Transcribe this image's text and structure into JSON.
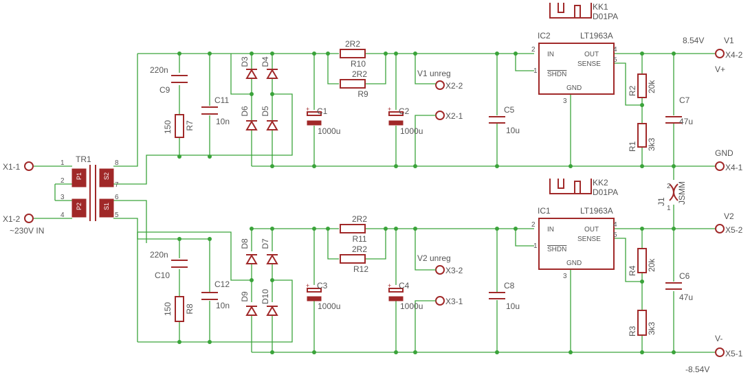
{
  "transformer": {
    "name": "TR1",
    "p1": "P1",
    "p2": "P2",
    "s1": "S1",
    "s2": "S2",
    "pin1": "1",
    "pin2": "2",
    "pin3": "3",
    "pin4": "4",
    "pin5": "5",
    "pin6": "6",
    "pin7": "7",
    "pin8": "8"
  },
  "input": {
    "x11": "X1-1",
    "x12": "X1-2",
    "label": "~230V IN"
  },
  "heatsinks": {
    "kk1": "KK1",
    "kk1_type": "D01PA",
    "kk2": "KK2",
    "kk2_type": "D01PA"
  },
  "top": {
    "c9": "C9",
    "c9_val": "220n",
    "r7": "R7",
    "r7_val": "150",
    "c11": "C11",
    "c11_val": "10n",
    "d3": "D3",
    "d4": "D4",
    "d5": "D5",
    "d6": "D6",
    "c1": "C1",
    "c1_val": "1000u",
    "c2": "C2",
    "c2_val": "1000u",
    "r10": "R10",
    "r10_val": "2R2",
    "r9": "R9",
    "r9_val": "2R2",
    "unreg": "V1 unreg",
    "x21": "X2-1",
    "x22": "X2-2",
    "c5": "C5",
    "c5_val": "10u",
    "ic": "IC2",
    "ic_type": "LT1963A",
    "in": "IN",
    "out": "OUT",
    "shdn": "SHDN",
    "sense": "SENSE",
    "gnd": "GND",
    "pin1": "1",
    "pin2": "2",
    "pin3": "3",
    "pin4": "4",
    "pin5": "5",
    "r2": "R2",
    "r2_val": "20k",
    "r1": "R1",
    "r1_val": "3k3",
    "c7": "C7",
    "c7_val": "47u",
    "voltage": "8.54V",
    "rail_name": "V1",
    "rail_label": "V+",
    "conn": "X4-2",
    "gnd_label": "GND",
    "gnd_conn": "X4-1"
  },
  "bottom": {
    "c10": "C10",
    "c10_val": "220n",
    "r8": "R8",
    "r8_val": "150",
    "c12": "C12",
    "c12_val": "10n",
    "d7": "D7",
    "d8": "D8",
    "d9": "D9",
    "d10": "D10",
    "c3": "C3",
    "c3_val": "1000u",
    "c4": "C4",
    "c4_val": "1000u",
    "r11": "R11",
    "r11_val": "2R2",
    "r12": "R12",
    "r12_val": "2R2",
    "unreg": "V2 unreg",
    "x31": "X3-1",
    "x32": "X3-2",
    "c8": "C8",
    "c8_val": "10u",
    "ic": "IC1",
    "ic_type": "LT1963A",
    "in": "IN",
    "out": "OUT",
    "shdn": "SHDN",
    "sense": "SENSE",
    "gnd": "GND",
    "pin1": "1",
    "pin2": "2",
    "pin3": "3",
    "pin4": "4",
    "pin5": "5",
    "r4": "R4",
    "r4_val": "20k",
    "r3": "R3",
    "r3_val": "3k3",
    "c6": "C6",
    "c6_val": "47u",
    "rail_name": "V2",
    "conn": "X5-2",
    "neg_label": "V-",
    "neg_conn": "X5-1",
    "voltage": "-8.54V"
  },
  "jumper": {
    "name": "J1",
    "type": "JSMM",
    "pin1": "1",
    "pin2": "2"
  }
}
